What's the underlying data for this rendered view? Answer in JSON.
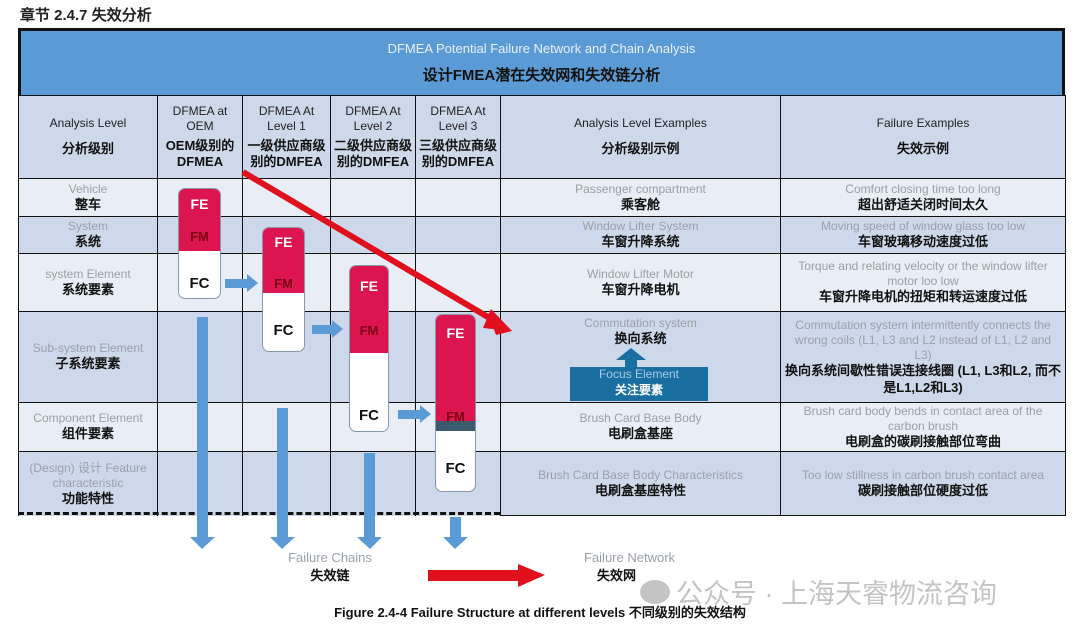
{
  "section_title": "章节 2.4.7 失效分析",
  "banner": {
    "en": "DFMEA Potential Failure Network and Chain Analysis",
    "zh": "设计FMEA潜在失效网和失效链分析"
  },
  "headers": [
    {
      "en": "Analysis Level",
      "zh": "分析级别"
    },
    {
      "en": "DFMEA at OEM",
      "zh": "OEM级别的DFMEA"
    },
    {
      "en": "DFMEA At Level 1",
      "zh": "一级供应商级别的DMFEA"
    },
    {
      "en": "DFMEA At Level 2",
      "zh": "二级供应商级别的DMFEA"
    },
    {
      "en": "DFMEA At Level 3",
      "zh": "三级供应商级别的DMFEA"
    },
    {
      "en": "Analysis Level Examples",
      "zh": "分析级别示例"
    },
    {
      "en": "Failure Examples",
      "zh": "失效示例"
    }
  ],
  "rows": [
    {
      "level_en": "Vehicle",
      "level_zh": "整车",
      "example_en": "Passenger compartment",
      "example_zh": "乘客舱",
      "failure_en": "Comfort closing time too long",
      "failure_zh": "超出舒适关闭时间太久"
    },
    {
      "level_en": "System",
      "level_zh": "系统",
      "example_en": "Window Lifter System",
      "example_zh": "车窗升降系统",
      "failure_en": "Moving speed of window glass too low",
      "failure_zh": "车窗玻璃移动速度过低"
    },
    {
      "level_en": "system Element",
      "level_zh": "系统要素",
      "example_en": "Window Lifter Motor",
      "example_zh": "车窗升降电机",
      "failure_en": "Torque and relating velocity or the window lifter motor loo low",
      "failure_zh": "车窗升降电机的扭矩和转运速度过低"
    },
    {
      "level_en": "Sub-system Element",
      "level_zh": "子系统要素",
      "example_en": "Commutation system",
      "example_zh": "换向系统",
      "failure_en": "Commutation system intermittently connects the wrong coils (L1, L3 and L2 instead of L1, L2 and L3)",
      "failure_zh": "换向系统间歇性错误连接线圈 (L1, L3和L2, 而不是L1,L2和L3)"
    },
    {
      "level_en": "Component Element",
      "level_zh": "组件要素",
      "example_en": "Brush Card Base Body",
      "example_zh": "电刷盒基座",
      "failure_en": "Brush card body bends in contact area of the carbon brush",
      "failure_zh": "电刷盒的碳刷接触部位弯曲"
    },
    {
      "level_en": "(Design) 设计 Feature characteristic",
      "level_zh": "功能特性",
      "example_en": "Brush Card Base Body Characteristics",
      "example_zh": "电刷盒基座特性",
      "failure_en": "Too low stillness in carbon brush contact area",
      "failure_zh": "碳刷接触部位硬度过低"
    }
  ],
  "focus": {
    "en": "Focus Element",
    "zh": "关注要素"
  },
  "box_labels": {
    "fe": "FE",
    "fm": "FM",
    "fc": "FC"
  },
  "failure_chains": {
    "en": "Failure Chains",
    "zh": "失效链"
  },
  "failure_network": {
    "en": "Failure Network",
    "zh": "失效网"
  },
  "watermark": "公众号 · 上海天睿物流咨询",
  "caption": "Figure 2.4-4 Failure Structure at different levels 不同级别的失效结构",
  "colors": {
    "banner": "#5b9bd5",
    "red": "#dc1450",
    "arrow_blue": "#5b9bd5",
    "focus": "#1a6fa0"
  }
}
